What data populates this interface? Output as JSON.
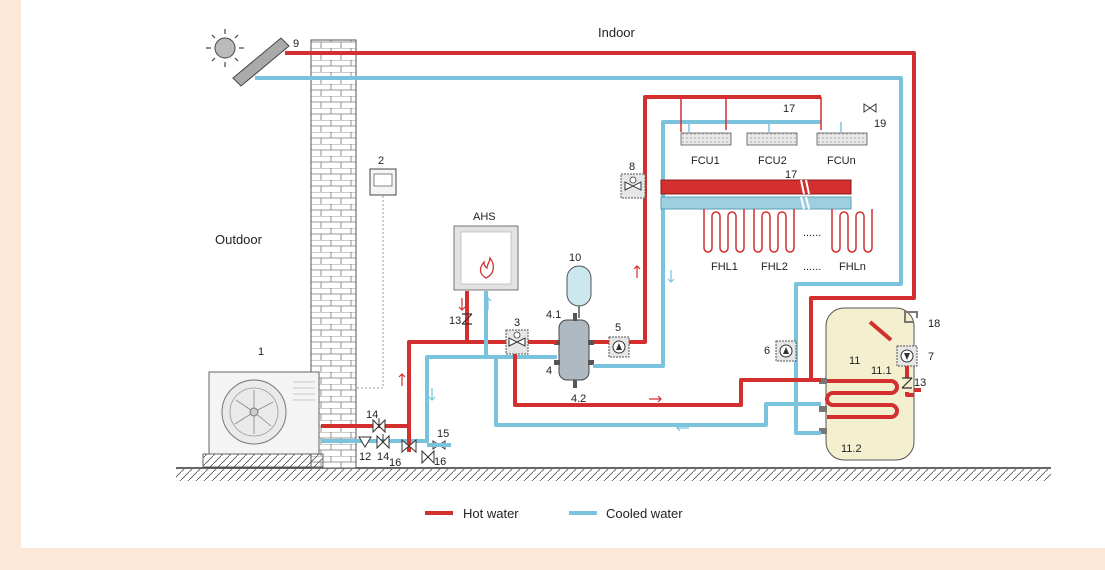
{
  "labels": {
    "indoor": "Indoor",
    "outdoor": "Outdoor",
    "ahs": "AHS",
    "n1": "1",
    "n2": "2",
    "n3": "3",
    "n4": "4",
    "n4_1": "4.1",
    "n4_2": "4.2",
    "n5": "5",
    "n6": "6",
    "n7": "7",
    "n8": "8",
    "n9": "9",
    "n10": "10",
    "n11": "11",
    "n11_1": "11.1",
    "n11_2": "11.2",
    "n12": "12",
    "n13a": "13",
    "n13b": "13",
    "n14a": "14",
    "n14b": "14",
    "n15": "15",
    "n16a": "16",
    "n16b": "16",
    "n17a": "17",
    "n17b": "17",
    "n18": "18",
    "n19": "19",
    "fcu1": "FCU1",
    "fcu2": "FCU2",
    "fcun": "FCUn",
    "fhl1": "FHL1",
    "fhl2": "FHL2",
    "fhln": "FHLn",
    "dots1": "......",
    "dots2": "......"
  },
  "legend": {
    "hot": "Hot water",
    "cold": "Cooled water"
  },
  "colors": {
    "hot": "#d32f2f",
    "cold": "#79c3dd",
    "tank": "#f3efcf",
    "border": "#fde7d6"
  },
  "icons": [
    "sun-icon",
    "flame-icon",
    "pump-icon",
    "valve-icon",
    "thermostat-icon"
  ]
}
